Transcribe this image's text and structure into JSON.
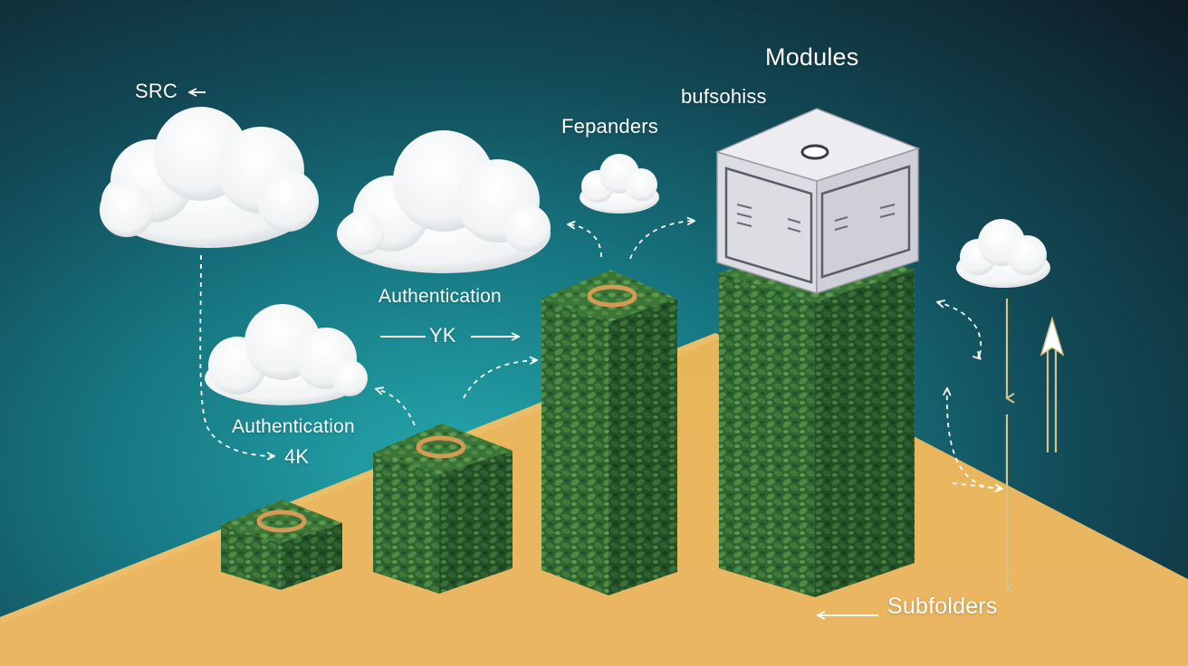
{
  "labels": {
    "src": "SRC",
    "modules": "Modules",
    "bufsohiss": "bufsohiss",
    "fepanders": "Fepanders",
    "authentication_top": "Authentication",
    "yk": "YK",
    "authentication_left": "Authentication",
    "four_k": "4K",
    "subfolders": "Subfolders"
  },
  "colors": {
    "background_top": "#0e1b24",
    "background_teal": "#1b8f96",
    "ground": "#e6b255",
    "hedge_dark": "#2c5b2e",
    "hedge_light": "#4c8a40",
    "ring": "#d59a55",
    "server_box": "#e3e3e9",
    "arrow_white": "#ffffff",
    "arrow_gold": "#c7b073"
  },
  "icons": [
    "cloud-icon",
    "hedge-block-icon",
    "server-box-icon",
    "arrow-icon"
  ]
}
